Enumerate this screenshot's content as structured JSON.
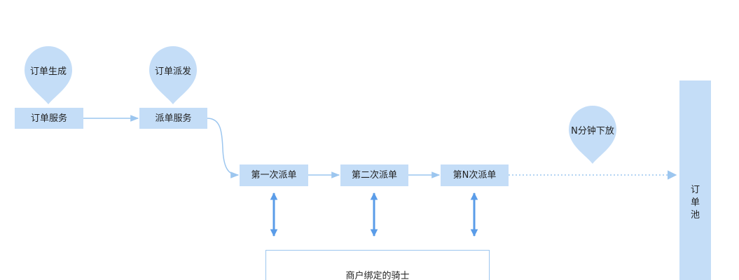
{
  "colors": {
    "node_fill": "#c4ddf7",
    "connector": "#9cc6ef",
    "double_arrow": "#5a9ce8"
  },
  "labels": {
    "order_created": "订单生成",
    "order_dispatch": "订单派发",
    "n_minutes_release": "N分钟下放"
  },
  "nodes": {
    "order_service": "订单服务",
    "dispatch_service": "派单服务",
    "dispatch_1": "第一次派单",
    "dispatch_2": "第二次派单",
    "dispatch_n": "第N次派单",
    "order_pool": "订\n单\n池",
    "merchant_rider": "商户绑定的骑士"
  }
}
